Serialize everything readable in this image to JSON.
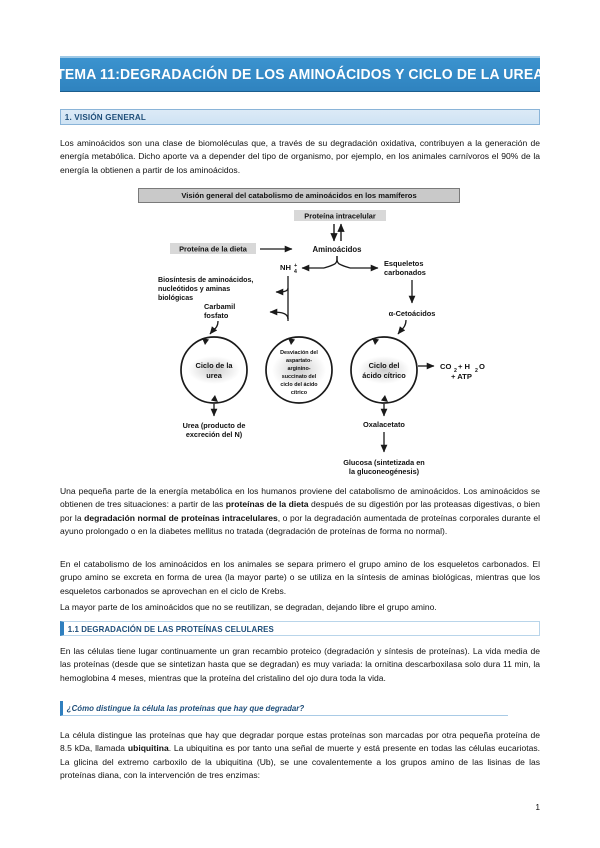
{
  "document": {
    "title": "TEMA 11:DEGRADACIÓN DE LOS AMINOÁCIDOS Y CICLO DE LA UREA",
    "page_number": "1",
    "accent_blue": "#2f83bf",
    "heading_blue": "#1f4e79",
    "section_fill": "#dceaf6"
  },
  "sections": {
    "overview_heading": "1. VISIÓN GENERAL",
    "degradation_heading": "1.1 DEGRADACIÓN DE LAS PROTEÍNAS CELULARES",
    "question_heading": "¿Cómo distingue la célula las proteínas que hay que degradar?"
  },
  "paragraphs": {
    "p1": "Los aminoácidos son una clase de biomoléculas que, a través de su degradación oxidativa, contribuyen a la generación de energía metabólica. Dicho aporte va a depender del tipo de organismo, por ejemplo, en los animales carnívoros el 90% de la energía la obtienen a partir de los aminoácidos.",
    "p2_a": "Una pequeña parte de la energía metabólica en los humanos proviene del catabolismo de aminoácidos. Los aminoácidos se obtienen de tres situaciones: a partir de las ",
    "p2_b1": "proteínas de la dieta",
    "p2_c": " después de su digestión por las proteasas digestivas, o bien por la ",
    "p2_b2": "degradación normal de proteínas intracelulares",
    "p2_d": ", o por la degradación aumentada de proteínas corporales durante el ayuno prolongado o en la diabetes mellitus no tratada (degradación de proteínas de forma no normal).",
    "p3": "En el catabolismo de los aminoácidos en los animales se separa primero el grupo amino de los esqueletos carbonados. El grupo amino se excreta en forma de urea (la mayor parte) o se utiliza en la síntesis de aminas biológicas, mientras que los esqueletos carbonados se aprovechan en el ciclo de Krebs.",
    "p4": "La mayor parte de los aminoácidos que no se reutilizan, se degradan, dejando libre el grupo amino.",
    "p5": "En las células tiene lugar continuamente un gran recambio proteico (degradación y síntesis de proteínas). La vida media de las proteínas (desde que se sintetizan hasta que se degradan) es muy variada: la ornitina descarboxilasa solo dura 11 min, la hemoglobina 4 meses, mientras que la proteína del cristalino del ojo dura toda la vida.",
    "p6_a": "La célula distingue las proteínas que hay que degradar porque estas proteínas son marcadas por otra pequeña proteína de 8.5 kDa, llamada ",
    "p6_b": "ubiquitina",
    "p6_c": ". La ubiquitina es por tanto una señal de muerte y está presente en todas las células eucariotas. La glicina del extremo carboxilo de la ubiquitina (Ub), se une covalentemente a los grupos amino de las lisinas de las proteínas diana, con la intervención de tres enzimas:"
  },
  "figure": {
    "caption": "Visión general del catabolismo de aminoácidos en los mamíferos",
    "nodes": {
      "protein_intracellular": "Proteína intracelular",
      "diet_protein": "Proteína de la dieta",
      "amino_acids": "Aminoácidos",
      "ammonium": "NH",
      "ammonium_sub": "4",
      "ammonium_sup": "+",
      "carbon_skeletons_l1": "Esqueletos",
      "carbon_skeletons_l2": "carbonados",
      "biosynthesis_l1": "Biosíntesis de aminoácidos,",
      "biosynthesis_l2": "nucleótidos y aminas",
      "biosynthesis_l3": "biológicas",
      "carbamil_l1": "Carbamil",
      "carbamil_l2": "fosfato",
      "ketoacids": "α-Cetoácidos",
      "urea_cycle_l1": "Ciclo de la",
      "urea_cycle_l2": "urea",
      "shunt_l1": "Desviación del",
      "shunt_l2": "aspartato-",
      "shunt_l3": "arginino-",
      "shunt_l4": "succinato del",
      "shunt_l5": "ciclo del ácido",
      "shunt_l6": "cítrico",
      "citric_cycle_l1": "Ciclo del",
      "citric_cycle_l2": "ácido cítrico",
      "products_l1": "CO",
      "products_sub1": "2",
      "products_mid": " + H",
      "products_sub2": "2",
      "products_end": "O",
      "products_l2": "+ ATP",
      "urea_l1": "Urea (producto de",
      "urea_l2": "excreción del N)",
      "oxaloacetate": "Oxalacetato",
      "glucose_l1": "Glucosa (sintetizada en",
      "glucose_l2": "la gluconeogénesis)"
    }
  }
}
